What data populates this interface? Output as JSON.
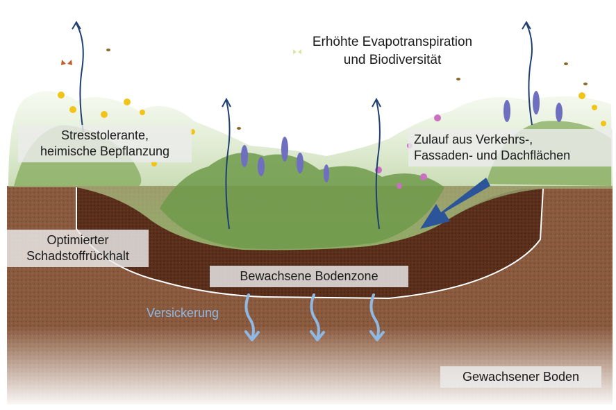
{
  "labels": {
    "evapotranspiration_line1": "Erhöhte Evapotranspiration",
    "evapotranspiration_line2": "und Biodiversität",
    "plants_line1": "Stresstolerante,",
    "plants_line2": "heimische Bepflanzung",
    "inflow_line1": "Zulauf aus Verkehrs-,",
    "inflow_line2": "Fassaden- und Dachflächen",
    "retention_line1": "Optimierter",
    "retention_line2": "Schadstoffrückhalt",
    "vegetated_zone": "Bewachsene Bodenzone",
    "infiltration": "Versickerung",
    "native_soil": "Gewachsener Boden"
  },
  "colors": {
    "native_soil": "#8a5a3e",
    "vegetated_soil": "#5a2f1c",
    "vegetation": "#6f9a4a",
    "evaporation_arrows": "#1f3f73",
    "inflow_arrow": "#2b5598",
    "infiltration_arrows": "#8fb8e3",
    "label_box": "#ebebeb"
  },
  "icons": [
    "evaporation-arrow-icon",
    "inflow-arrow-icon",
    "infiltration-arrow-icon",
    "flower-icon",
    "butterfly-icon",
    "bee-icon"
  ]
}
